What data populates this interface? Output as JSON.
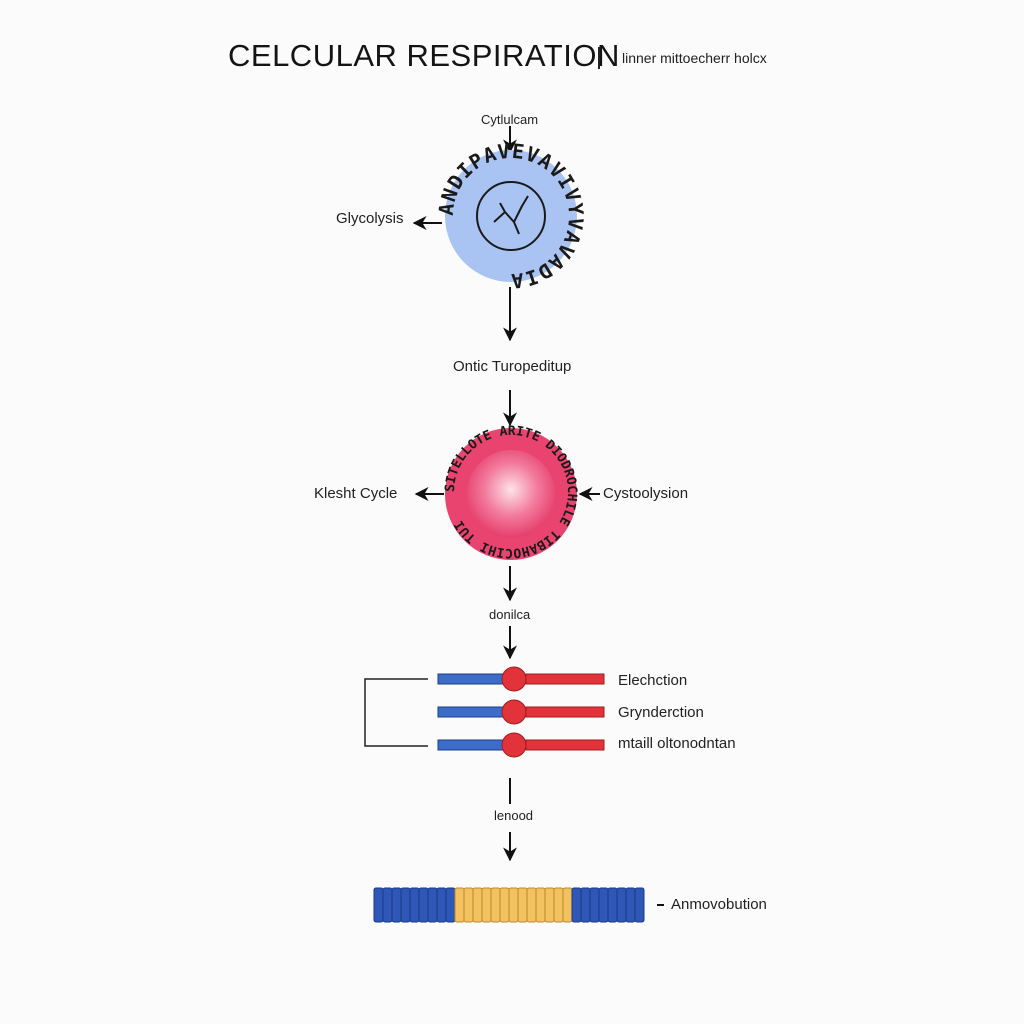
{
  "header": {
    "title": "CELCULAR RESPIRATION",
    "subtitle": "linner mittoecherr holcx"
  },
  "nodes": {
    "top_input": "Cytlulcam",
    "left_1": "Glycolysis",
    "mid_1": "Ontic Turopeditup",
    "left_2": "Klesht Cycle",
    "right_2": "Cystoolysion",
    "mid_2": "donilca",
    "chain_1": "Elechction",
    "chain_2": "Grynderction",
    "chain_3": "mtaill oltonodntan",
    "mid_3": "lenood",
    "final": "Anmovobution"
  },
  "circle_1": {
    "outer_text": "ANDIPAVEVAVIVYVAVADIA",
    "color": "#a9c4f2"
  },
  "circle_2": {
    "outer_text": "SITELLOTE ARITE DIODROCHILE TIBAHOCIHI TUI",
    "color": "#e9446f"
  },
  "colors": {
    "blue": "#3d6bc8",
    "red": "#e2323a",
    "yellow": "#f2c160",
    "dark_blue": "#2f57b8"
  }
}
